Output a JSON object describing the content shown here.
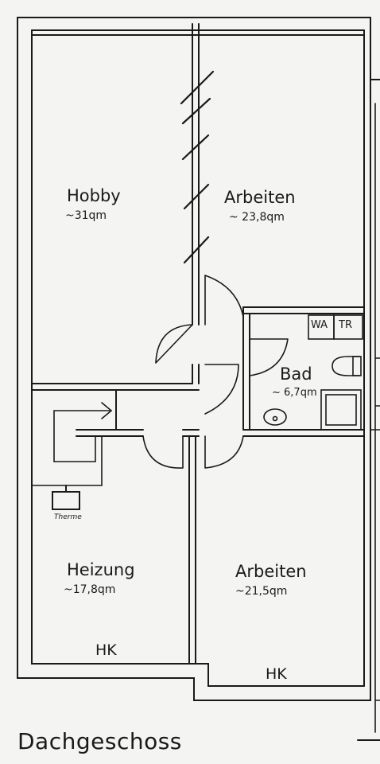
{
  "plan": {
    "title": "Dachgeschoss",
    "rooms": {
      "hobby": {
        "name": "Hobby",
        "area": "~31qm"
      },
      "arbeiten_top": {
        "name": "Arbeiten",
        "area": "~ 23,8qm"
      },
      "bad": {
        "name": "Bad",
        "area": "~ 6,7qm"
      },
      "heizung": {
        "name": "Heizung",
        "area": "~17,8qm"
      },
      "arbeiten_bottom": {
        "name": "Arbeiten",
        "area": "~21,5qm"
      }
    },
    "fixtures": {
      "wa": "WA",
      "tr": "TR",
      "therme": "Therme",
      "hk_left": "HK",
      "hk_right": "HK"
    },
    "colors": {
      "line": "#1a1a1a",
      "paper": "#f4f4f2"
    }
  }
}
